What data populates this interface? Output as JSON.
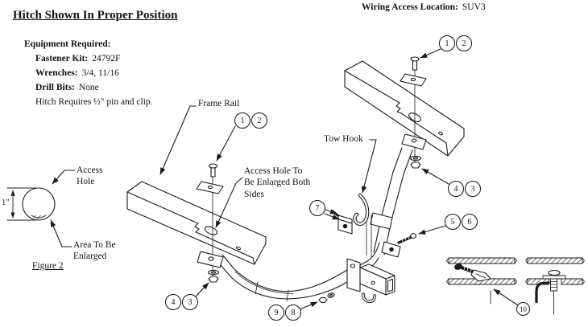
{
  "header": {
    "title": "Hitch Shown In Proper Position",
    "wiring_label": "Wiring Access Location:",
    "wiring_value": "SUV3"
  },
  "equipment": {
    "heading": "Equipment Required:",
    "fastener_label": "Fastener Kit:",
    "fastener_value": "24792F",
    "wrenches_label": "Wrenches:",
    "wrenches_value": "3/4, 11/16",
    "drill_label": "Drill Bits:",
    "drill_value": "None",
    "note": "Hitch Requires ½\" pin and clip."
  },
  "labels": {
    "frame_rail": "Frame Rail",
    "tow_hook": "Tow Hook",
    "access_note": "Access Hole To Be Enlarged Both Sides"
  },
  "figure2": {
    "access_hole": "Access Hole",
    "area": "Area To Be Enlarged",
    "caption": "Figure 2",
    "dimension": "1\""
  },
  "callouts": {
    "right_rail_pair": [
      "1",
      "2"
    ],
    "left_rail_pair": [
      "1",
      "2"
    ],
    "left_nut_pair": [
      "4",
      "3"
    ],
    "right_nut_pair": [
      "4",
      "3"
    ],
    "hook_clamp": "7",
    "side_bolt_pair": [
      "5",
      "6"
    ],
    "receiver_nut_pair": [
      "9",
      "8"
    ],
    "pull_wire": "10"
  },
  "colors": {
    "ink": "#1a1a1a",
    "paper": "#ffffff"
  }
}
